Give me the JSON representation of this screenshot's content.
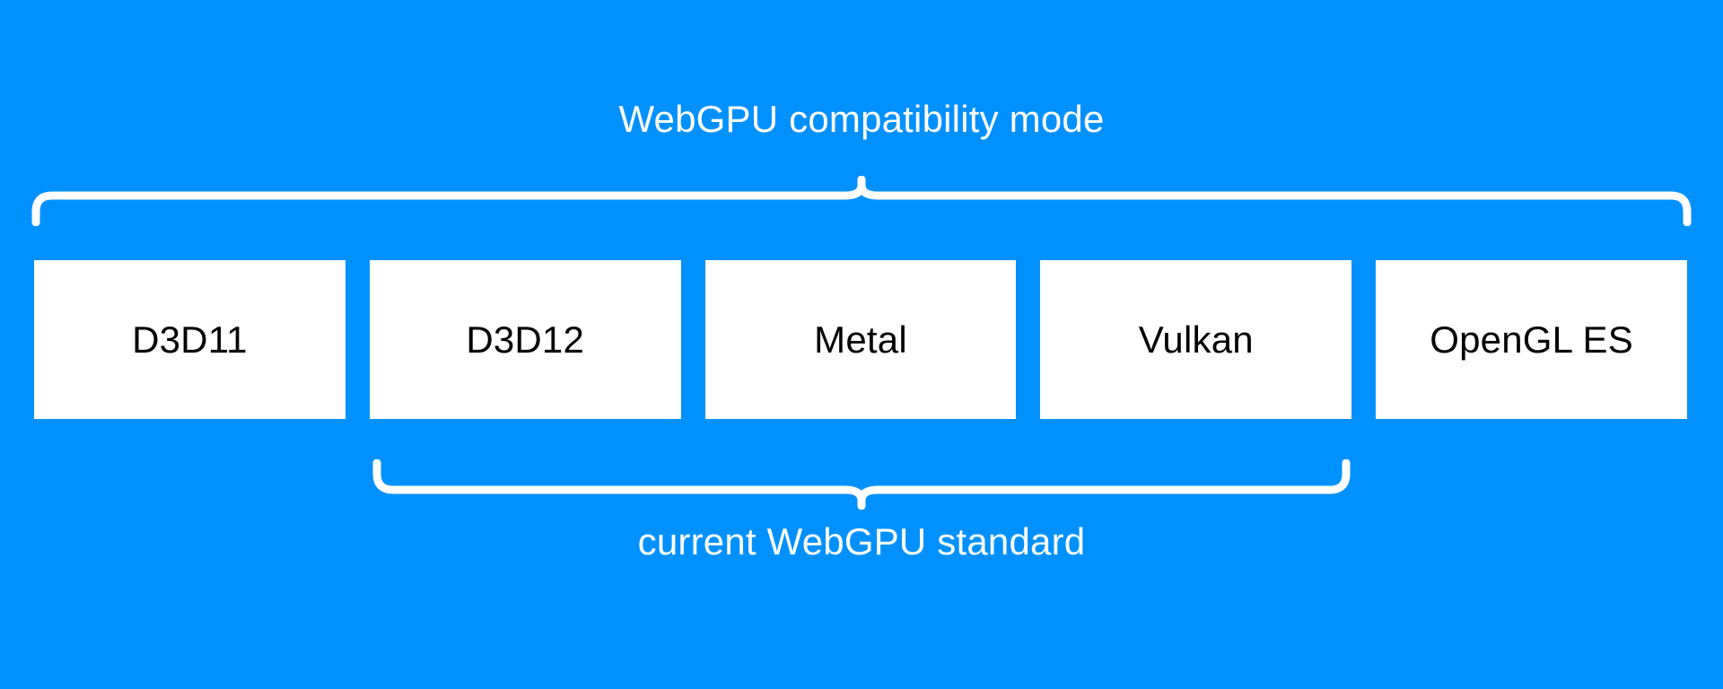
{
  "diagram": {
    "background_color": "#0091ff",
    "box_fill_color": "#ffffff",
    "box_text_color": "#000000",
    "brace_color": "#ffffff",
    "top_brace": {
      "label": "WebGPU compatibility mode",
      "spans": [
        "D3D11",
        "D3D12",
        "Metal",
        "Vulkan",
        "OpenGL ES"
      ]
    },
    "bottom_brace": {
      "label": "current WebGPU standard",
      "spans": [
        "D3D12",
        "Metal",
        "Vulkan"
      ]
    },
    "backends": [
      {
        "label": "D3D11"
      },
      {
        "label": "D3D12"
      },
      {
        "label": "Metal"
      },
      {
        "label": "Vulkan"
      },
      {
        "label": "OpenGL ES"
      }
    ]
  }
}
